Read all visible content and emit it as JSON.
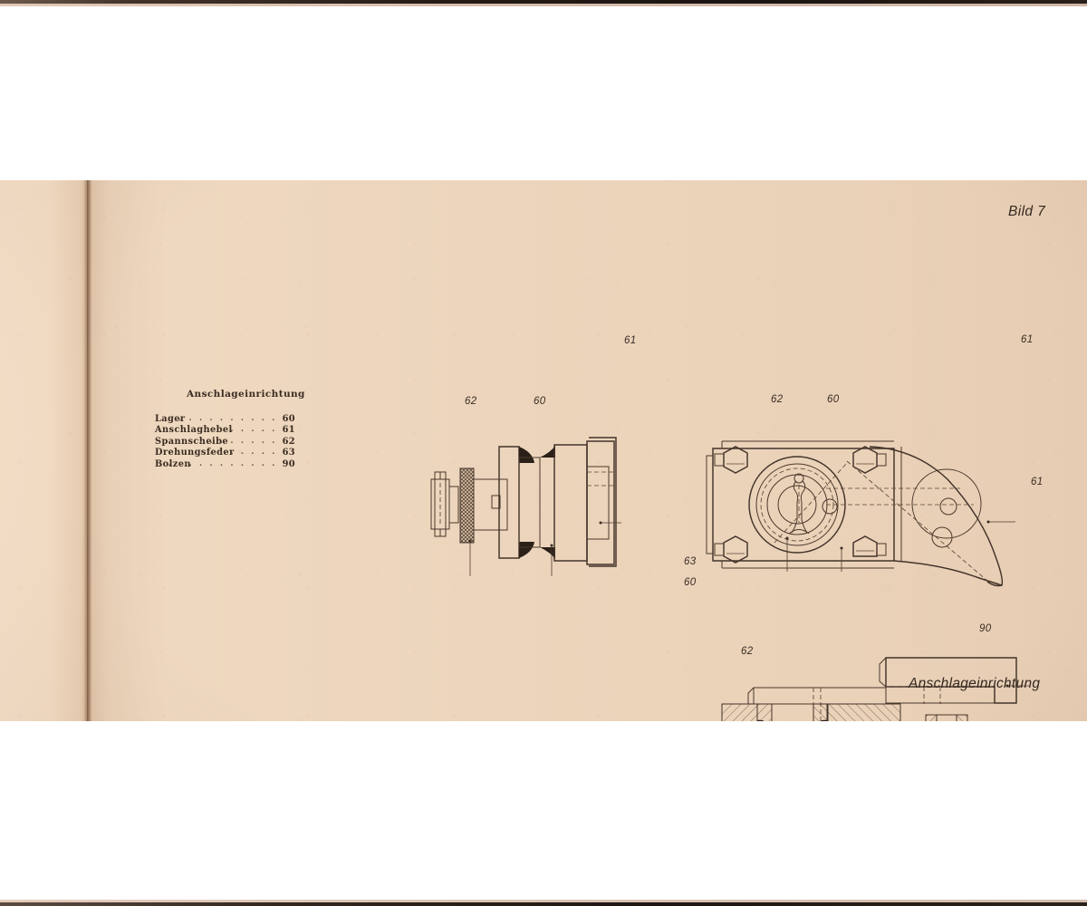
{
  "document": {
    "figure_label": "Bild 7",
    "caption": "Anschlageinrichtung",
    "paper_color": "#ecd5bc",
    "ink_color": "#43332a"
  },
  "legend": {
    "title": "Anschlageinrichtung",
    "dots": "..................................",
    "items": [
      {
        "name": "Lager",
        "number": "60"
      },
      {
        "name": "Anschlaghebel",
        "number": "61"
      },
      {
        "name": "Spannscheibe",
        "number": "62"
      },
      {
        "name": "Drehungsfeder",
        "number": "63"
      },
      {
        "name": "Bolzen",
        "number": "90"
      }
    ]
  },
  "figures": {
    "side_view": {
      "name": "side-elevation",
      "callouts": [
        {
          "id": "62",
          "label": "62"
        },
        {
          "id": "60",
          "label": "60"
        },
        {
          "id": "61",
          "label": "61"
        }
      ]
    },
    "plan_view": {
      "name": "plan-view",
      "callouts": [
        {
          "id": "62",
          "label": "62"
        },
        {
          "id": "60",
          "label": "60"
        },
        {
          "id": "61",
          "label": "61"
        }
      ]
    },
    "section_view": {
      "name": "sectional-assembly",
      "callouts": [
        {
          "id": "63",
          "label": "63"
        },
        {
          "id": "60",
          "label": "60"
        },
        {
          "id": "62",
          "label": "62"
        },
        {
          "id": "61",
          "label": "61"
        },
        {
          "id": "90",
          "label": "90"
        }
      ]
    }
  }
}
